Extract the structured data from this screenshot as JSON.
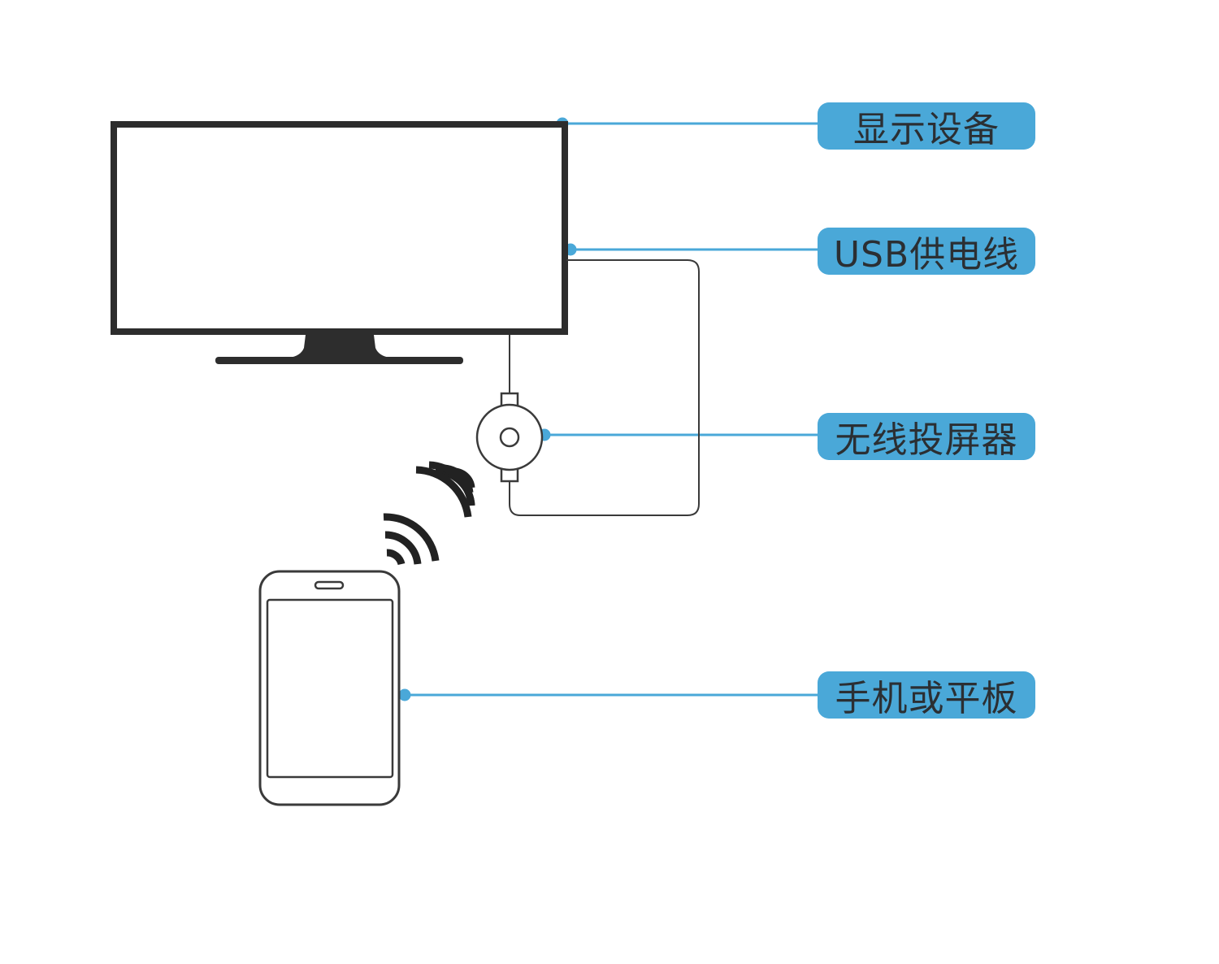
{
  "colors": {
    "accent": "#4aa8d8",
    "outline": "#2d2d2d",
    "thin_line": "#3a3a3a"
  },
  "labels": {
    "display_device": "显示设备",
    "usb_power_cable": "USB供电线",
    "wireless_dongle": "无线投屏器",
    "phone_or_tablet": "手机或平板"
  },
  "icons": {
    "display": "monitor-icon",
    "dongle": "wireless-dongle-icon",
    "signal": "wifi-signal-icon",
    "phone": "smartphone-icon"
  }
}
